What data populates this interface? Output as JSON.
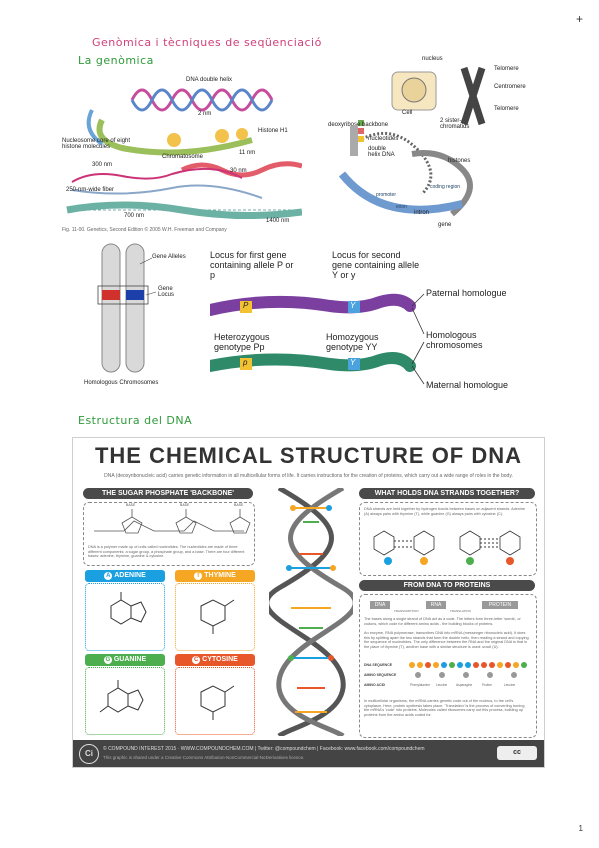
{
  "page": {
    "heading": "Genòmica i tècniques de seqüenciació",
    "subheading_genomica": "La genòmica",
    "subheading_dna": "Estructura del DNA",
    "page_number": "1",
    "plus_mark": "+"
  },
  "fig_chromatin": {
    "dna_double_helix": "DNA double helix",
    "nm2": "2 nm",
    "nucleosome": "Nucleosome core of eight histone molecules",
    "histone": "Histone H1",
    "nm11": "11 nm",
    "chromatosome": "Chromatosome",
    "nm30": "30 nm",
    "nm300": "300 nm",
    "fiber250": "250-nm-wide fiber",
    "nm700": "700 nm",
    "nm1400": "1400 nm",
    "caption": "Fig. 11-00. Genetics, Second Edition © 2005 W.H. Freeman and Company"
  },
  "fig_cell": {
    "nucleus": "nucleus",
    "telomere_top": "Telomere",
    "centromere": "Centromere",
    "telomere_bottom": "Telomere",
    "cell": "Cell",
    "sister": "2 sister-chromatids",
    "backbone": "deoxyribose backbone",
    "nucleotides": "nucleotides",
    "helix": "double helix DNA",
    "histones": "histones",
    "intron": "intron",
    "exon": "exon",
    "gene": "gene",
    "promoter": "promoter",
    "coding": "coding region"
  },
  "fig_alleles": {
    "gene_alleles": "Gene Alleles",
    "gene_locus": "Gene Locus",
    "homologous": "Homologous Chromosomes"
  },
  "fig_locus": {
    "locus_first": "Locus for first gene containing allele P or p",
    "locus_second": "Locus for second gene containing allele Y or y",
    "paternal": "Paternal homologue",
    "heterozygous": "Heterozygous genotype Pp",
    "homozygous": "Homozygous genotype YY",
    "homologous": "Homologous chromosomes",
    "maternal": "Maternal homologue",
    "allele_P": "P",
    "allele_Y": "Y",
    "allele_p": "p",
    "allele_Y2": "Y"
  },
  "infographic": {
    "title": "THE CHEMICAL STRUCTURE OF DNA",
    "intro": "DNA (deoxyribonucleic acid) carries genetic information in all multicellular forms of life. It carries instructions for the creation of proteins, which carry out a wide range of roles in the body.",
    "backbone_header": "THE SUGAR PHOSPHATE 'BACKBONE'",
    "base_label": "BASE",
    "backbone_text": "DNA is a polymer made up of units called nucleotides. The nucleotides are made of three different components: a sugar group, a phosphate group, and a base. There are four different bases: adenine, thymine, guanine & cytosine.",
    "adenine": "ADENINE",
    "thymine": "THYMINE",
    "guanine": "GUANINE",
    "cytosine": "CYTOSINE",
    "letter_a": "A",
    "letter_t": "T",
    "letter_g": "G",
    "letter_c": "C",
    "holds_header": "WHAT HOLDS DNA STRANDS TOGETHER?",
    "holds_text": "DNA strands are held together by hydrogen bonds between bases on adjacent strands. Adenine (A) always pairs with thymine (T), while guanine (G) always pairs with cytosine (C).",
    "proteins_header": "FROM DNA TO PROTEINS",
    "flow_dna": "DNA",
    "flow_rna": "RNA",
    "flow_protein": "PROTEIN",
    "transcription": "TRANSCRIPTION",
    "translation": "TRANSLATION",
    "proteins_text1": "The bases along a single strand of DNA act as a code. The letters form three-letter 'words', or codons, which code for different amino acids - the building blocks of proteins.",
    "proteins_text2": "An enzyme, RNA polymerase, transcribes DNA into mRNA (messenger ribonucleic acid). It does this by splitting apart the two strands that form the double helix, then reading a strand and copying the sequence of nucleotides. The only difference between the RNA and the original DNA is that in the place of thymine (T), another base with a similar structure is used: uracil (U).",
    "dna_sequence": "DNA SEQUENCE",
    "amino_sequence": "AMINO SEQUENCE",
    "amino_acid": "AMINO ACID",
    "aa1": "Phenylalanine",
    "aa2": "Leucine",
    "aa3": "Asparagine",
    "aa4": "Proline",
    "aa5": "Leucine",
    "proteins_text3": "In multicellular organisms, the mRNA carries genetic code out of the nucleus, to the cell's cytoplasm. Here, protein synthesis takes place. 'Translation' is the process of converting turning the mRNA's 'code' into proteins. Molecules called ribosomes carry out this process, building up proteins from the amino acids coded for.",
    "footer1": "© COMPOUND INTEREST 2015 · WWW.COMPOUNDCHEM.COM | Twitter: @compoundchem | Facebook: www.facebook.com/compoundchem",
    "footer2": "This graphic is shared under a Creative Commons Attribution-NonCommercial-NoDerivatives licence.",
    "ci_logo": "Ci",
    "cc_logo": "cc",
    "colors": {
      "adenine": "#1aa0e0",
      "thymine": "#f5a623",
      "guanine": "#4cae4c",
      "cytosine": "#e8572a"
    }
  }
}
